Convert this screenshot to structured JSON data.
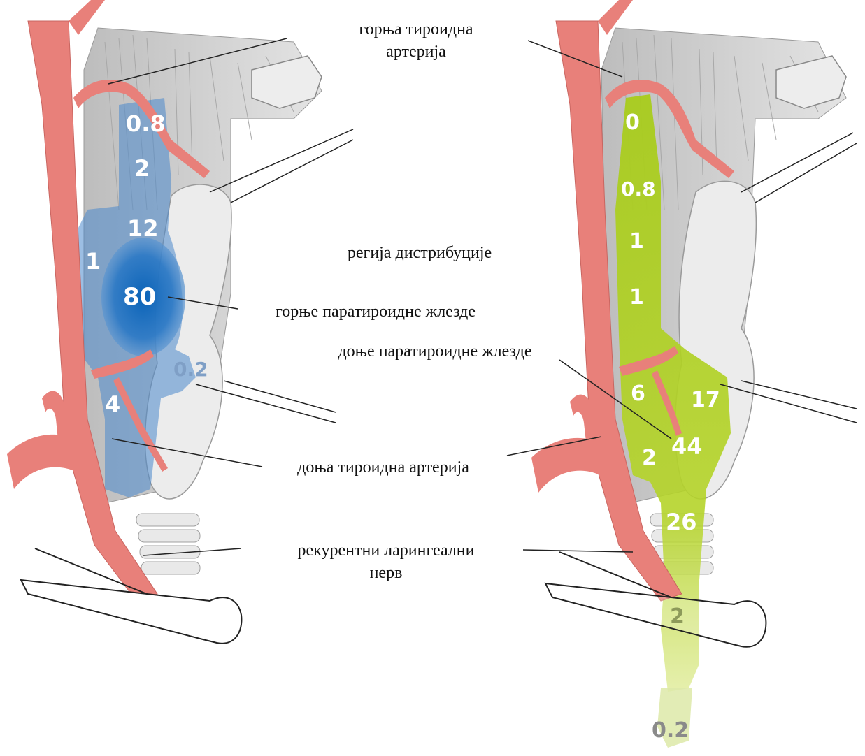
{
  "labels": {
    "superior_thyroid_artery_line1": "горња тироидна",
    "superior_thyroid_artery_line2": "артерија",
    "distribution_region": "регија дистрибуције",
    "superior_parathyroid": "горње паратироидне жлезде",
    "inferior_parathyroid": "доње паратироидне жлезде",
    "inferior_thyroid_artery": "доња тироидна артерија",
    "recurrent_nerve_line1": "рекурентни ларингеални",
    "recurrent_nerve_line2": "нерв"
  },
  "left_panel": {
    "region_color": "#2a78c5",
    "values": [
      "0.8",
      "2",
      "12",
      "1",
      "80",
      "0.2",
      "4"
    ]
  },
  "right_panel": {
    "region_color": "#a8cc1c",
    "values": [
      "0",
      "0.8",
      "1",
      "1",
      "6",
      "17",
      "44",
      "2",
      "26",
      "2",
      "0.2"
    ]
  },
  "colors": {
    "artery": "#e8807a",
    "tissue": "#e6e6e6",
    "muscle": "#cfcfcf",
    "outline": "#222222"
  }
}
